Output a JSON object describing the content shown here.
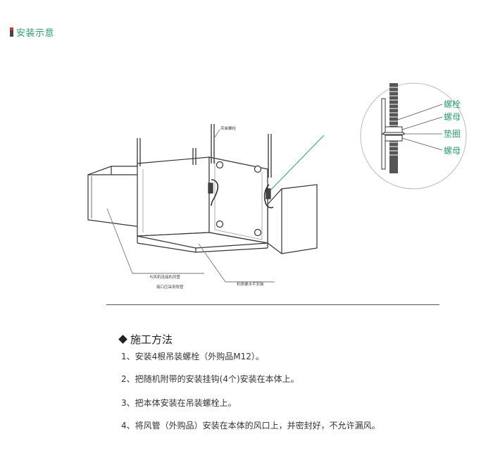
{
  "header": {
    "title": "安装示意"
  },
  "diagram": {
    "label_hanging_bolt": "吊装螺栓",
    "label_duct_connect_line1": "与风机连接的风管",
    "label_duct_connect_line2": "接口应采用软管",
    "label_body_level": "机体要水平安装",
    "detail_labels": [
      "螺栓",
      "螺母",
      "垫圈",
      "螺母"
    ]
  },
  "methods": {
    "title": "施工方法",
    "steps": [
      "1、安装4根吊装螺栓（外购品M12）。",
      "2、把随机附带的安装挂钩(4个)安装在本体上。",
      "3、把本体安装在吊装螺栓上。",
      "4、将风管（外购品）安装在本体的风口上，并密封好，不允许漏风。"
    ]
  },
  "colors": {
    "accent_green": "#2e9e6d",
    "marker_red": "#d9342b",
    "line_dark": "#333333",
    "leader_gray": "#777777"
  }
}
